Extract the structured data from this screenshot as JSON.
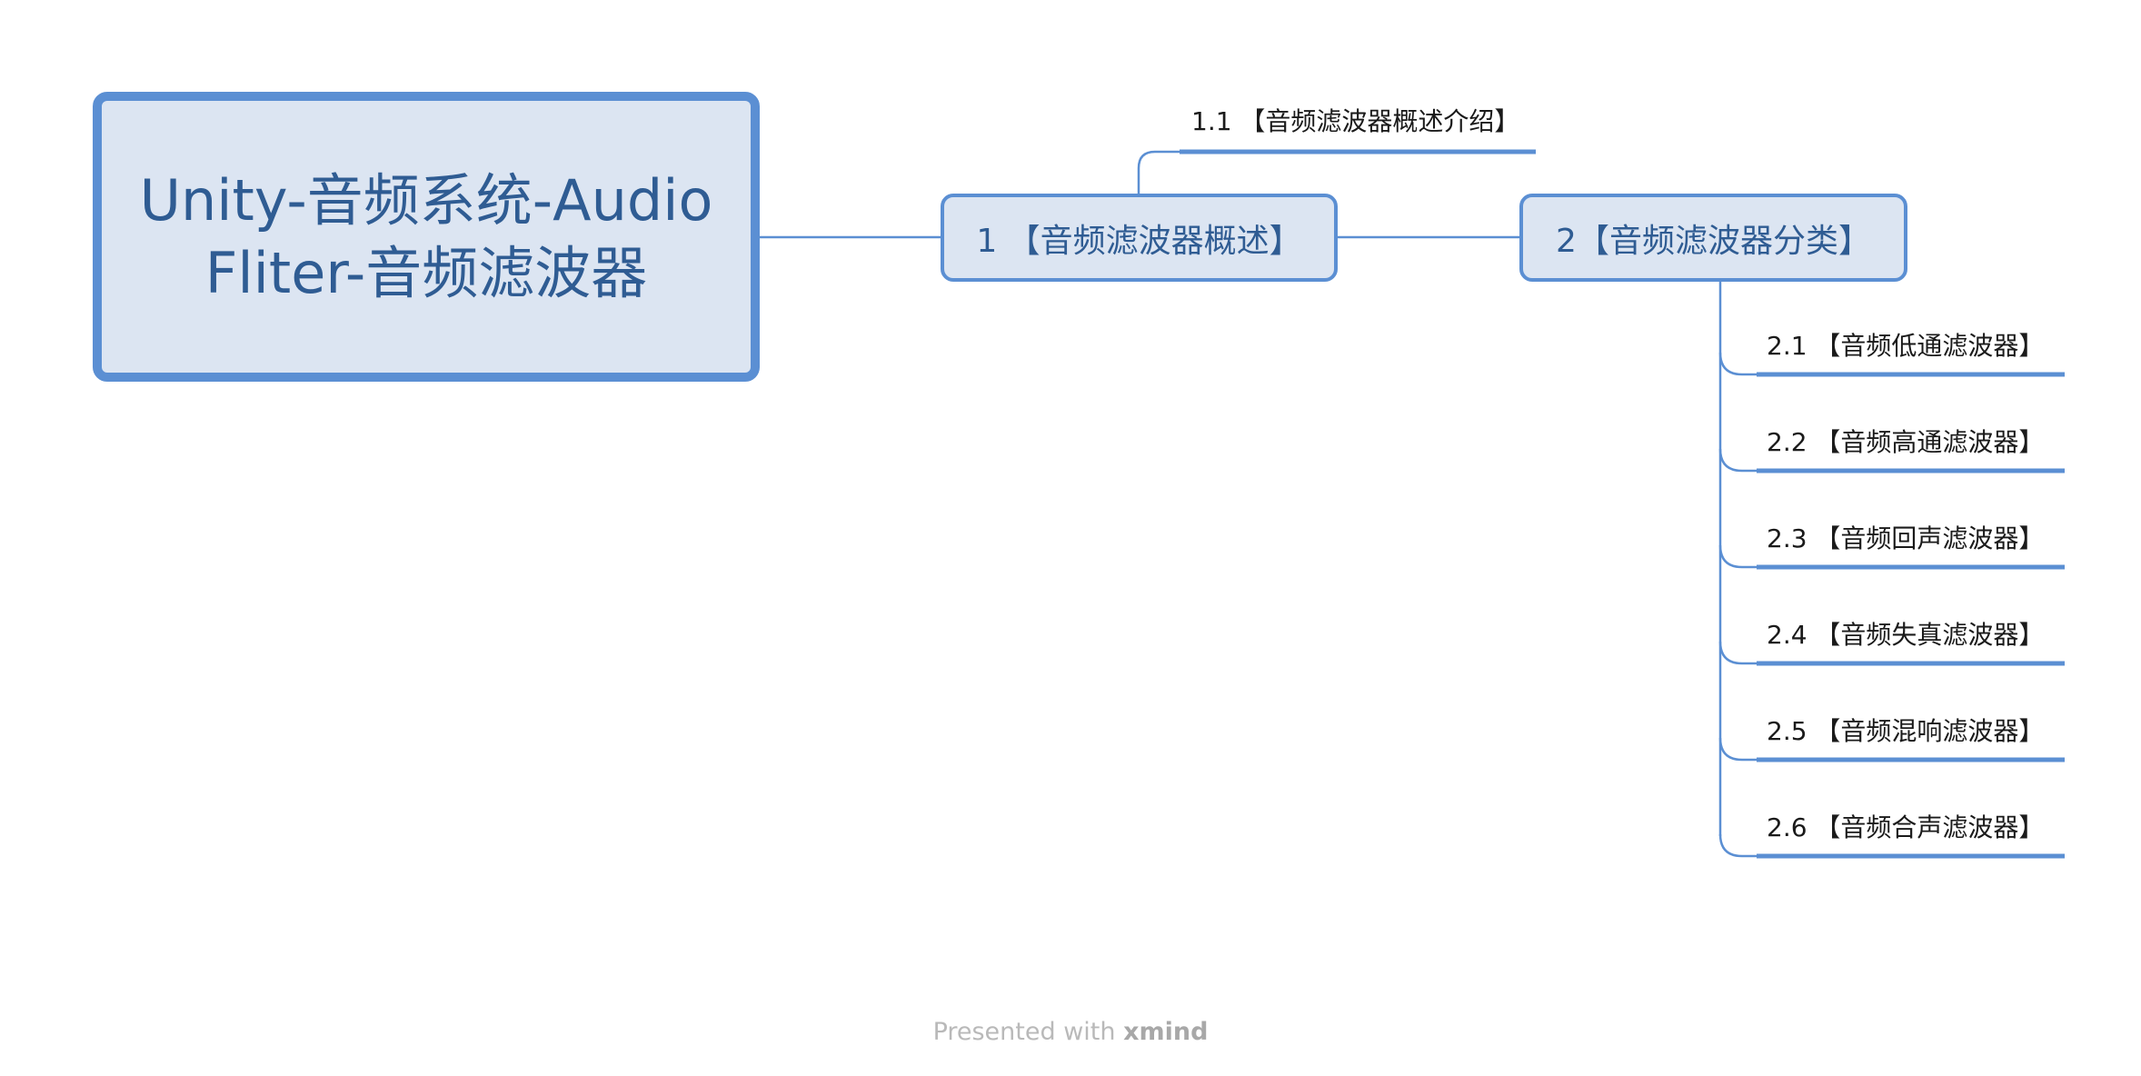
{
  "root": {
    "title": "Unity-音频系统-Audio Fliter-音频滤波器"
  },
  "topics": [
    {
      "label": "1 【音频滤波器概述】",
      "children": [
        {
          "label": "1.1 【音频滤波器概述介绍】"
        }
      ]
    },
    {
      "label": "2【音频滤波器分类】",
      "children": [
        {
          "label": "2.1 【音频低通滤波器】"
        },
        {
          "label": "2.2 【音频高通滤波器】"
        },
        {
          "label": "2.3 【音频回声滤波器】"
        },
        {
          "label": "2.4 【音频失真滤波器】"
        },
        {
          "label": "2.5 【音频混响滤波器】"
        },
        {
          "label": "2.6 【音频合声滤波器】"
        }
      ]
    }
  ],
  "footer": {
    "prefix": "Presented with ",
    "brand": "xmind"
  },
  "colors": {
    "accent": "#5b8fd3",
    "node_fill": "#dce5f2",
    "node_text": "#2f5c93"
  }
}
